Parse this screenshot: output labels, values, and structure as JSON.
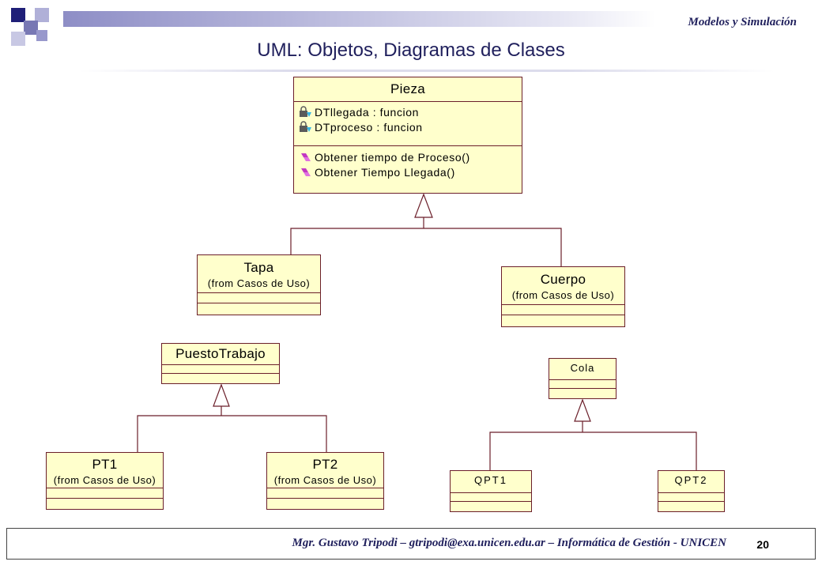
{
  "header": {
    "course": "Modelos y Simulación"
  },
  "slide_title": "UML: Objetos, Diagramas de Clases",
  "classes": {
    "pieza": {
      "name": "Pieza",
      "attributes": [
        "DTllegada : funcion",
        "DTproceso : funcion"
      ],
      "operations": [
        "Obtener tiempo de Proceso()",
        "Obtener Tiempo Llegada()"
      ]
    },
    "tapa": {
      "name": "Tapa",
      "from": "(from Casos de Uso)"
    },
    "cuerpo": {
      "name": "Cuerpo",
      "from": "(from Casos de Uso)"
    },
    "puestotrabajo": {
      "name": "PuestoTrabajo"
    },
    "pt1": {
      "name": "PT1",
      "from": "(from Casos de Uso)"
    },
    "pt2": {
      "name": "PT2",
      "from": "(from Casos de Uso)"
    },
    "cola": {
      "name": "Cola"
    },
    "qpt1": {
      "name": "QPT1"
    },
    "qpt2": {
      "name": "QPT2"
    }
  },
  "footer": {
    "text": "Mgr. Gustavo Tripodi – gtripodi@exa.unicen.edu.ar – Informática de Gestión - UNICEN",
    "page": "20"
  },
  "colors": {
    "class_fill": "#ffffcc",
    "class_border": "#6b1f2a",
    "title": "#1f1f5c"
  }
}
